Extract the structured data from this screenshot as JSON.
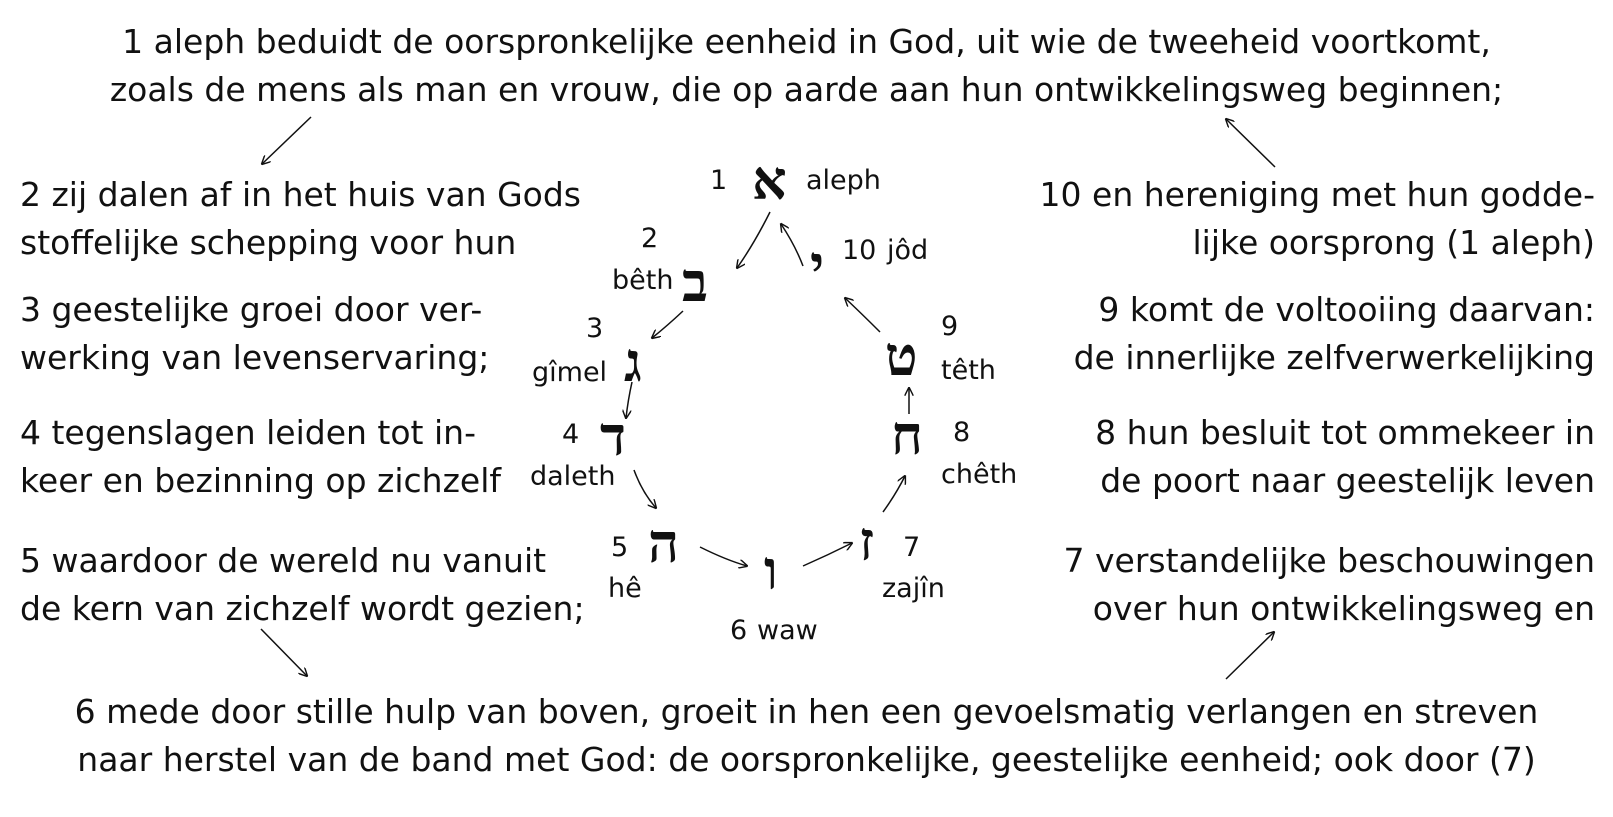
{
  "top_text": [
    "1 aleph beduidt de oorspronkelijke eenheid in God, uit wie de tweeheid voortkomt,",
    "zoals de mens als man en vrouw, die op aarde aan hun ontwikkelingsweg beginnen;"
  ],
  "left_texts": {
    "t2": [
      "2 zij dalen af in het huis van Gods",
      "stoffelijke schepping voor hun"
    ],
    "t3": [
      "3 geestelijke groei door ver-",
      "werking van levenservaring;"
    ],
    "t4": [
      "4 tegenslagen leiden tot in-",
      "keer en bezinning op zichzelf"
    ],
    "t5": [
      "5 waardoor de wereld nu vanuit",
      "de kern van zichzelf wordt gezien;"
    ]
  },
  "right_texts": {
    "t10": [
      "10 en hereniging met hun godde-",
      "lijke oorsprong (1 aleph)"
    ],
    "t9": [
      "9 komt de voltooiing daarvan:",
      "de innerlijke zelfverwerkelijking"
    ],
    "t8": [
      "8 hun besluit tot ommekeer in",
      "de poort naar geestelijk leven"
    ],
    "t7": [
      "7 verstandelijke beschouwingen",
      "over hun ontwikkelingsweg en"
    ]
  },
  "bottom_text": [
    "6 mede door stille hulp van boven, groeit in hen een gevoelsmatig verlangen en streven",
    "naar herstel van de band met God: de oorspronkelijke, geestelijke eenheid; ook door (7)"
  ],
  "letters": [
    {
      "id": "aleph",
      "number": "1",
      "name": "aleph",
      "glyph": "א"
    },
    {
      "id": "beth",
      "number": "2",
      "name": "bêth",
      "glyph": "ב"
    },
    {
      "id": "gimel",
      "number": "3",
      "name": "gîmel",
      "glyph": "ג"
    },
    {
      "id": "daleth",
      "number": "4",
      "name": "daleth",
      "glyph": "ד"
    },
    {
      "id": "he",
      "number": "5",
      "name": "hê",
      "glyph": "ה"
    },
    {
      "id": "waw",
      "number": "6",
      "name": "waw",
      "glyph": "ו"
    },
    {
      "id": "zajin",
      "number": "7",
      "name": "zajîn",
      "glyph": "ז"
    },
    {
      "id": "cheth",
      "number": "8",
      "name": "chêth",
      "glyph": "ח"
    },
    {
      "id": "teth",
      "number": "9",
      "name": "têth",
      "glyph": "ט"
    },
    {
      "id": "jod",
      "number": "10",
      "name": "jôd",
      "glyph": "י"
    }
  ]
}
